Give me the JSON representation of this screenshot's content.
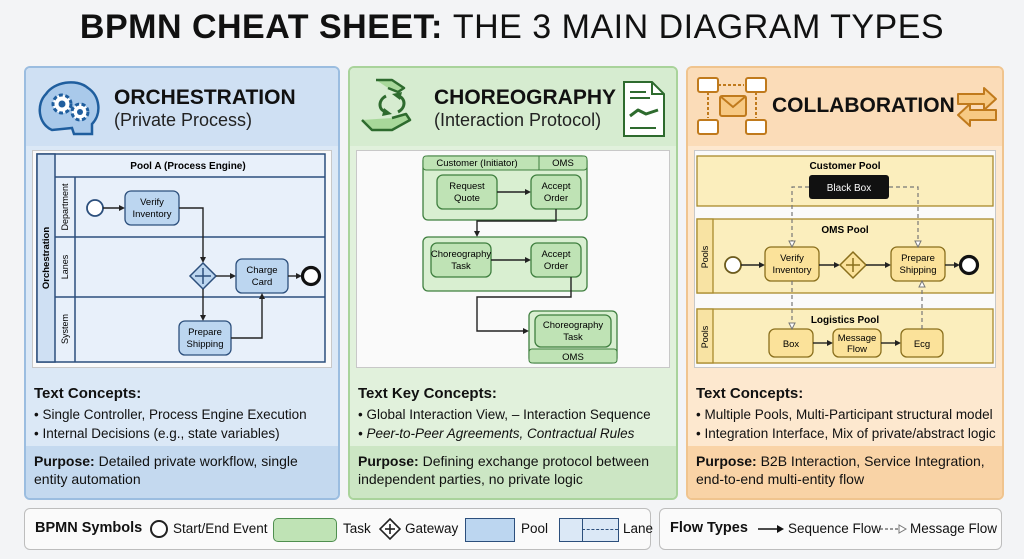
{
  "header": {
    "title_bold": "BPMN CHEAT SHEET:",
    "title_light": "THE 3 MAIN DIAGRAM TYPES"
  },
  "panels": {
    "orchestration": {
      "title": "ORCHESTRATION",
      "subtitle": "(Private Process)",
      "diagram": {
        "pool": "Pool A (Process Engine)",
        "side_label": "Orchestration",
        "lanes": [
          "Department",
          "Lanes",
          "System"
        ],
        "tasks": {
          "verify_1": "Verify",
          "verify_2": "Inventory",
          "charge_1": "Charge",
          "charge_2": "Card",
          "prepare_1": "Prepare",
          "prepare_2": "Shipping"
        }
      },
      "concepts_heading": "Text Concepts:",
      "concepts": [
        "• Single Controller, Process Engine Execution",
        "• Internal Decisions (e.g., state variables)"
      ],
      "purpose_label": "Purpose:",
      "purpose_text": " Detailed private workflow, single entity automation"
    },
    "choreography": {
      "title": "CHOREOGRAPHY",
      "subtitle": "(Interaction Protocol)",
      "diagram": {
        "header_left": "Customer (Initiator)",
        "header_right": "OMS",
        "tasks": {
          "request_1": "Request",
          "request_2": "Quote",
          "accept_1": "Accept",
          "accept_2": "Order",
          "chor_1": "Choreography",
          "chor_2": "Task",
          "accept2_1": "Accept",
          "accept2_2": "Order",
          "chor2_1": "Choreography",
          "chor2_2": "Task"
        },
        "footer": "OMS"
      },
      "concepts_heading": "Text Key Concepts:",
      "concepts": [
        "• Global Interaction View, – Interaction Sequence",
        "• Peer-to-Peer Agreements, Contractual Rules"
      ],
      "purpose_label": "Purpose:",
      "purpose_text": " Defining exchange protocol between independent parties, no private logic"
    },
    "collaboration": {
      "title": "COLLABORATION",
      "diagram": {
        "customer_pool": "Customer Pool",
        "black_box": "Black Box",
        "oms_pool": "OMS Pool",
        "logistics_pool": "Logistics Pool",
        "pools_label": "Pools",
        "tasks": {
          "verify_1": "Verify",
          "verify_2": "Inventory",
          "prepare_1": "Prepare",
          "prepare_2": "Shipping",
          "box": "Box",
          "message_1": "Message",
          "message_2": "Flow",
          "ecg": "Ecg"
        }
      },
      "concepts_heading": "Text Concepts:",
      "concepts": [
        "• Multiple Pools, Multi-Participant structural model",
        "• Integration Interface, Mix of private/abstract logic"
      ],
      "purpose_label": "Purpose:",
      "purpose_text": " B2B Interaction, Service Integration, end-to-end multi-entity flow"
    }
  },
  "legend": {
    "symbols_heading": "BPMN Symbols",
    "start_end": "Start/End Event",
    "task": "Task",
    "gateway": "Gateway",
    "pool": "Pool",
    "lane": "Lane",
    "flow_heading": "Flow Types",
    "sequence": "Sequence Flow",
    "message": "Message Flow"
  },
  "colors": {
    "blue": "#cfe0f3",
    "green": "#d6ecd0",
    "orange": "#fbdcb8",
    "task_blue": "#bcd6f0",
    "task_green": "#bfe3b5",
    "task_yellow": "#fbe29a"
  }
}
